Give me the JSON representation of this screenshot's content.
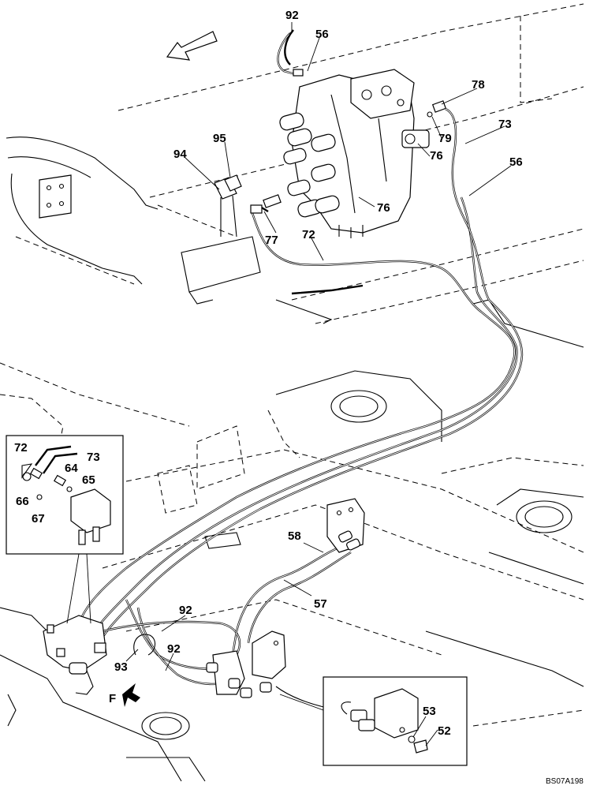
{
  "drawing_code": "BS07A198",
  "view_letter": "F",
  "callouts": [
    {
      "id": "c92a",
      "text": "92"
    },
    {
      "id": "c56a",
      "text": "56"
    },
    {
      "id": "c78",
      "text": "78"
    },
    {
      "id": "c73a",
      "text": "73"
    },
    {
      "id": "c79",
      "text": "79"
    },
    {
      "id": "c76a",
      "text": "76"
    },
    {
      "id": "c56b",
      "text": "56"
    },
    {
      "id": "c95",
      "text": "95"
    },
    {
      "id": "c94",
      "text": "94"
    },
    {
      "id": "c76b",
      "text": "76"
    },
    {
      "id": "c77",
      "text": "77"
    },
    {
      "id": "c72a",
      "text": "72"
    },
    {
      "id": "c72b",
      "text": "72"
    },
    {
      "id": "c73b",
      "text": "73"
    },
    {
      "id": "c64",
      "text": "64"
    },
    {
      "id": "c65",
      "text": "65"
    },
    {
      "id": "c66",
      "text": "66"
    },
    {
      "id": "c67",
      "text": "67"
    },
    {
      "id": "c58",
      "text": "58"
    },
    {
      "id": "c57",
      "text": "57"
    },
    {
      "id": "c92b",
      "text": "92"
    },
    {
      "id": "c92c",
      "text": "92"
    },
    {
      "id": "c93",
      "text": "93"
    },
    {
      "id": "c53",
      "text": "53"
    },
    {
      "id": "c52",
      "text": "52"
    }
  ]
}
